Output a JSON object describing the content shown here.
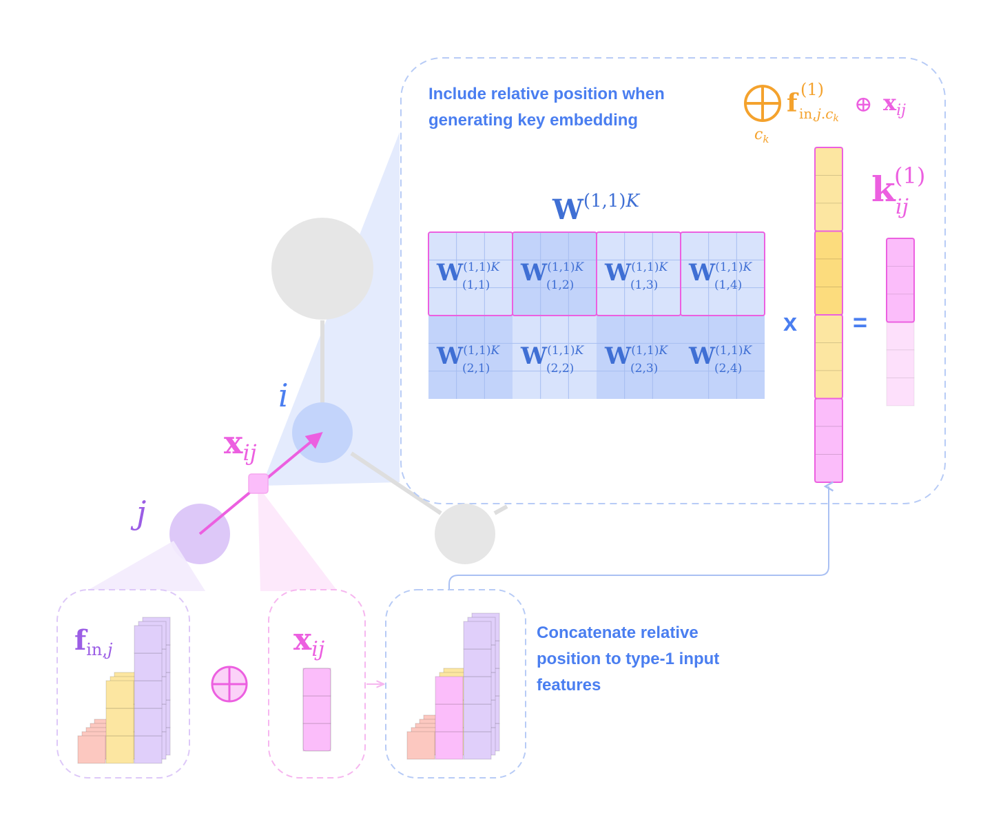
{
  "colors": {
    "blue_text": "#4a7ef0",
    "matrix_text": "#3f6fd4",
    "pink": "#ec5fe0",
    "purple": "#9b5de5",
    "orange": "#f4a22d",
    "gray_node": "#e6e6e6",
    "blue_node": "#c3d4fb",
    "purple_node": "#ddc8f8",
    "light_blue_cell": "#d8e3fc",
    "mid_blue_cell": "#c2d3fa",
    "yellow": "#fce6a1",
    "yellow_dark": "#fcdc7d",
    "pink_cell": "#fbbdfa",
    "salmon": "#fcc8c0",
    "lavender": "#e0cffa"
  },
  "zoom_panel": {
    "caption_line1": "Include relative position when",
    "caption_line2": "generating key embedding",
    "formula": {
      "sum_subscript": "c",
      "sum_subscript_sub": "k",
      "f": "f",
      "f_sup": "(1)",
      "f_sub": "in,",
      "f_sub_j": "j",
      "f_sub_dot": ".",
      "f_sub_c": "c",
      "f_sub_k": "k",
      "oplus": "⊕",
      "x": "x",
      "x_sub": "ij"
    },
    "matrix_title": {
      "W": "W",
      "sup": "(1,1)",
      "sup_K": "K"
    },
    "blocks": [
      {
        "sup": "(1,1)",
        "K": "K",
        "sub": "(1,1)"
      },
      {
        "sup": "(1,1)",
        "K": "K",
        "sub": "(1,2)"
      },
      {
        "sup": "(1,1)",
        "K": "K",
        "sub": "(1,3)"
      },
      {
        "sup": "(1,1)",
        "K": "K",
        "sub": "(1,4)"
      },
      {
        "sup": "(1,1)",
        "K": "K",
        "sub": "(2,1)"
      },
      {
        "sup": "(1,1)",
        "K": "K",
        "sub": "(2,2)"
      },
      {
        "sup": "(1,1)",
        "K": "K",
        "sub": "(2,3)"
      },
      {
        "sup": "(1,1)",
        "K": "K",
        "sub": "(2,4)"
      }
    ],
    "times": "x",
    "equals": "=",
    "key": {
      "k": "k",
      "sup": "(1)",
      "sub": "ij"
    }
  },
  "graph": {
    "node_i": "i",
    "node_j": "j",
    "edge": {
      "x": "x",
      "sub": "ij"
    }
  },
  "bottom": {
    "f_in": {
      "f": "f",
      "sub": "in,",
      "sub_j": "j"
    },
    "oplus": "⊕",
    "x_ij": {
      "x": "x",
      "sub": "ij"
    },
    "caption_line1": "Concatenate relative",
    "caption_line2": "position to type-1 input",
    "caption_line3": "features"
  }
}
